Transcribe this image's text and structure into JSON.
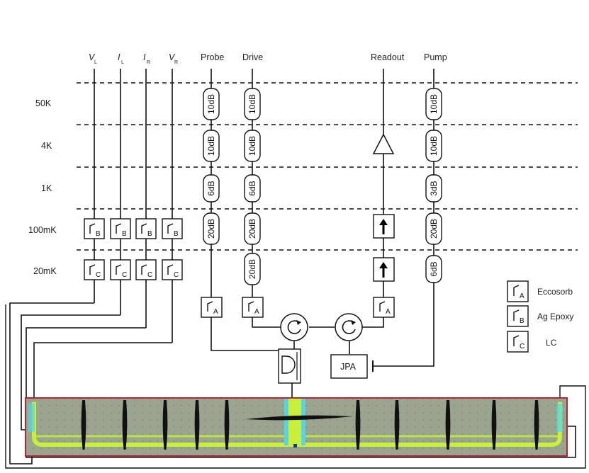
{
  "stages": [
    "50K",
    "4K",
    "1K",
    "100mK",
    "20mK"
  ],
  "dc_lines": [
    {
      "sym": "V",
      "sub": "L"
    },
    {
      "sym": "I",
      "sub": "L"
    },
    {
      "sym": "I",
      "sub": "R"
    },
    {
      "sym": "V",
      "sub": "R"
    }
  ],
  "rf_lines": [
    "Probe",
    "Drive",
    "Readout",
    "Pump"
  ],
  "attenuators": {
    "probe": [
      "10dB",
      "10dB",
      "6dB",
      "20dB"
    ],
    "drive": [
      "10dB",
      "10dB",
      "6dB",
      "20dB",
      "20dB"
    ],
    "pump": [
      "10dB",
      "10dB",
      "3dB",
      "20dB",
      "6dB"
    ]
  },
  "filter_letters": {
    "eccosorb": "A",
    "ag_epoxy": "B",
    "lc": "C"
  },
  "jpa_label": "JPA",
  "legend": [
    {
      "letter": "A",
      "label": "Eccosorb"
    },
    {
      "letter": "B",
      "label": "Ag Epoxy"
    },
    {
      "letter": "C",
      "label": "LC"
    }
  ],
  "colors": {
    "line": "#111111",
    "device_border": "#b0283c",
    "device_fill": "#9aa48e",
    "waveguide": "#c9ef3a",
    "center_cyan": "#55d6e8"
  }
}
